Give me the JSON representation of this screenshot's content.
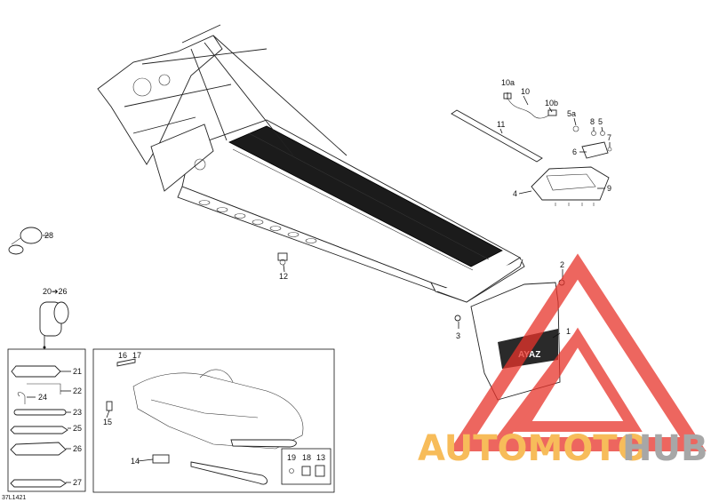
{
  "diagram": {
    "code": "37L1421",
    "callouts": {
      "c1": "1",
      "c2": "2",
      "c3": "3",
      "c4": "4",
      "c5": "5",
      "c5a": "5a",
      "c6": "6",
      "c7": "7",
      "c8": "8",
      "c9": "9",
      "c10": "10",
      "c10a": "10a",
      "c10b": "10b",
      "c11": "11",
      "c12": "12",
      "c13": "13",
      "c14": "14",
      "c15": "15",
      "c16": "16",
      "c17": "17",
      "c18": "18",
      "c19": "19",
      "c20_26": "20➔26",
      "c21": "21",
      "c22": "22",
      "c23": "23",
      "c24": "24",
      "c25": "25",
      "c26": "26",
      "c27": "27",
      "c28": "28"
    },
    "flap_text": "AYAZ"
  },
  "watermark": {
    "part1": "AUTOMOTO",
    "part2": "HUB",
    "color_red": "#e8332a",
    "color_orange": "#f5a623",
    "color_gray": "#8a8a8a"
  }
}
